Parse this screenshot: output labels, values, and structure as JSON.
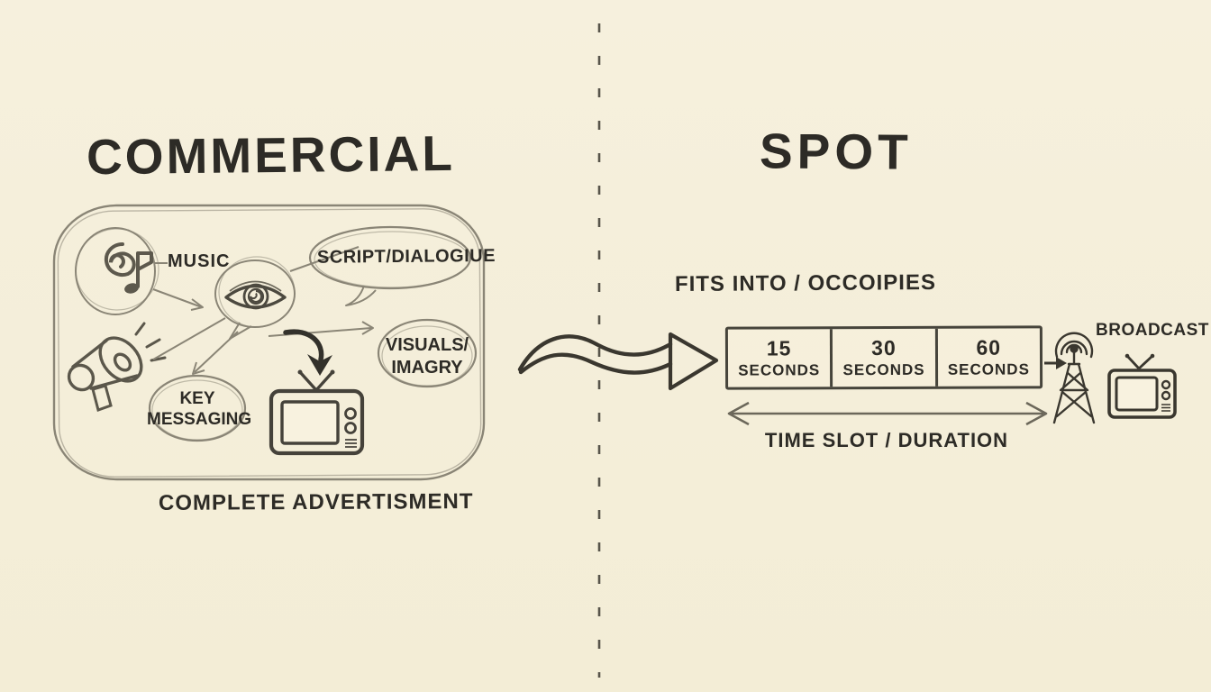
{
  "palette": {
    "background": "#f5efdb",
    "ink": "#2d2b26",
    "pencil": "#8a8576",
    "dark_pencil": "#55524a",
    "bold_stroke": "#36342d"
  },
  "left": {
    "title": "COMMERCIAL",
    "container_caption": "COMPLETE ADVERTISMENT",
    "music_label": "MUSIC",
    "script_label": "SCRIPT/DIALOGIUE",
    "visuals_label_line1": "VISUALS/",
    "visuals_label_line2": "IMAGRY",
    "key_label_line1": "KEY",
    "key_label_line2": "MESSAGING"
  },
  "right": {
    "title": "SPOT",
    "fits_label": "FITS INTO / OCCOIPIES",
    "slots": [
      {
        "value": "15",
        "unit": "SECONDS"
      },
      {
        "value": "30",
        "unit": "SECONDS"
      },
      {
        "value": "60",
        "unit": "SECONDS"
      }
    ],
    "broadcast_label": "BROADCAST",
    "duration_label": "TIME SLOT / DURATION"
  },
  "icons": {
    "music": "music-note-spiral-icon",
    "eye": "eye-in-speech-bubble-icon",
    "megaphone": "megaphone-icon",
    "tv_left": "retro-tv-icon",
    "tv_right": "retro-tv-icon",
    "tower": "broadcast-tower-icon",
    "squiggle": "wavy-right-arrow-icon",
    "divider": "dashed-divider-line"
  }
}
